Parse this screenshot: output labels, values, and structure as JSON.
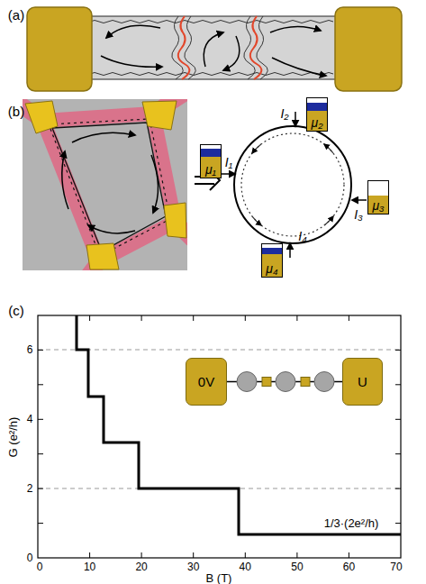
{
  "diagram": {
    "nodes": [
      {
        "text": [
          "μ₁"
        ]
      },
      {
        "text": [
          "μ₂"
        ]
      },
      {
        "text": [
          "μ₃"
        ]
      },
      {
        "text": [
          "μ₄"
        ]
      },
      {
        "text": [
          "0V"
        ]
      },
      {
        "text": [
          "U"
        ]
      }
    ],
    "edges": [
      {
        "from": 4,
        "to": 5,
        "arrow": "none"
      }
    ],
    "labels": [
      "(a)",
      "(b)",
      "I₁",
      "I₂",
      "I₃",
      "I₄",
      "(c)",
      "G (e²/h)",
      "B (T)",
      "0",
      "2",
      "4",
      "6",
      "0",
      "10",
      "20",
      "30",
      "40",
      "50",
      "60",
      "70",
      "1/3·(2e²/h)"
    ]
  }
}
